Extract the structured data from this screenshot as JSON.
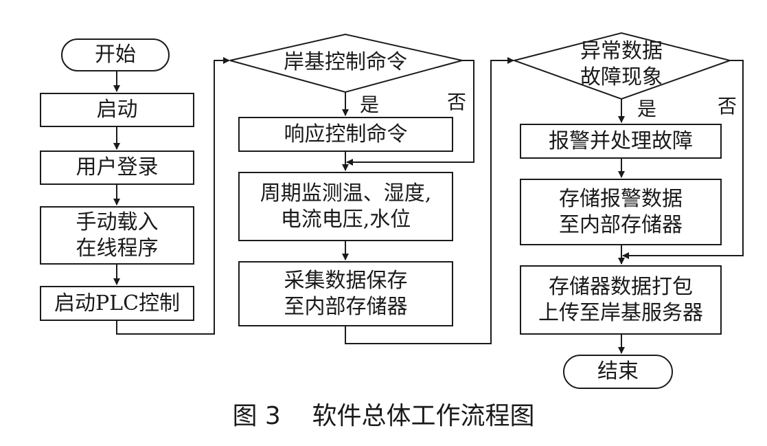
{
  "col1": {
    "start": "开始",
    "step1": "启动",
    "step2": "用户登录",
    "step3": "手动载入\n在线程序",
    "step4": "启动PLC控制"
  },
  "col2": {
    "decision": "岸基控制命令",
    "yes": "是",
    "no": "否",
    "step1": "响应控制命令",
    "step2": "周期监测温、湿度,\n电流电压,水位",
    "step3": "采集数据保存\n至内部存储器"
  },
  "col3": {
    "decision": "异常数据\n故障现象",
    "yes": "是",
    "no": "否",
    "step1": "报警并处理故障",
    "step2": "存储报警数据\n至内部存储器",
    "step3": "存储器数据打包\n上传至岸基服务器",
    "end": "结束"
  },
  "caption": "图 3    软件总体工作流程图"
}
